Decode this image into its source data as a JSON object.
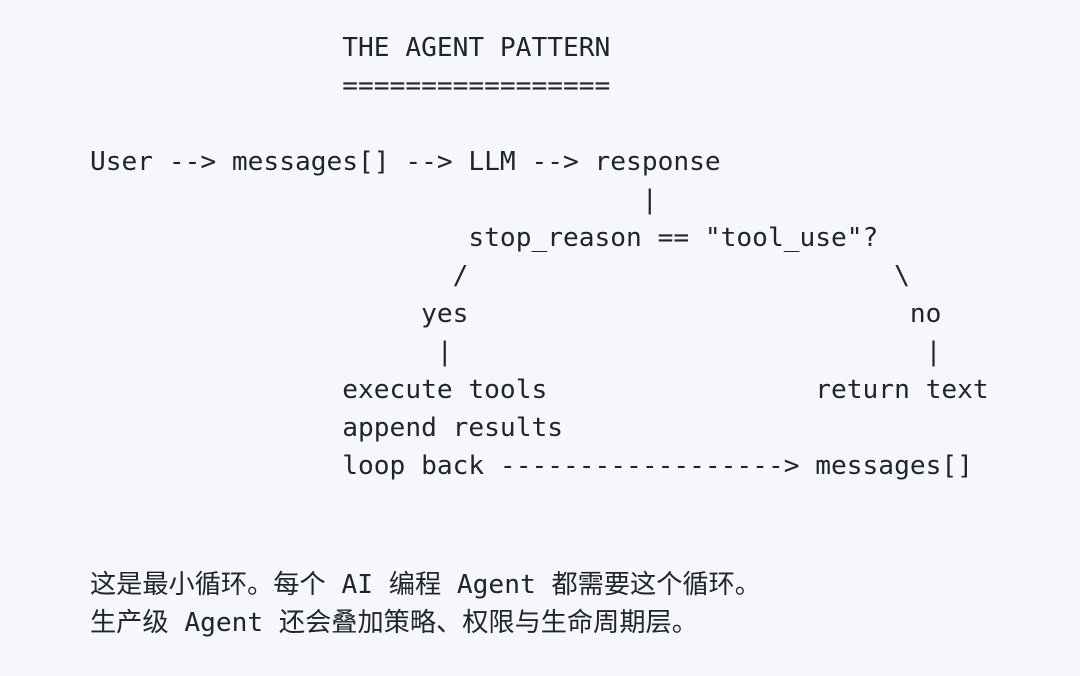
{
  "colors": {
    "background": "#f6f7fa",
    "text": "#20242c"
  },
  "diagram": {
    "title": "THE AGENT PATTERN",
    "underline": "=================",
    "lines": [
      "User --> messages[] --> LLM --> response",
      "                                   |",
      "                        stop_reason == \"tool_use\"?",
      "                       /                           \\",
      "                     yes                            no",
      "                      |                              |",
      "                execute tools                 return text",
      "                append results",
      "                loop back ------------------> messages[]"
    ]
  },
  "footer": {
    "lines": [
      "这是最小循环。每个 AI 编程 Agent 都需要这个循环。",
      "生产级 Agent 还会叠加策略、权限与生命周期层。"
    ]
  }
}
